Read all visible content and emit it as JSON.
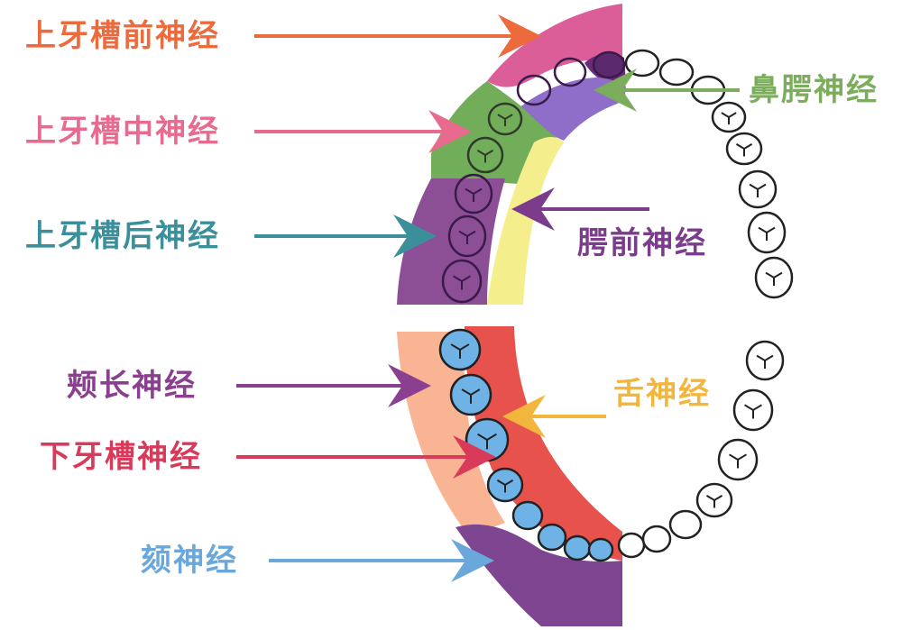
{
  "labels": {
    "upper_anterior": "上牙槽前神经",
    "upper_middle": "上牙槽中神经",
    "upper_posterior": "上牙槽后神经",
    "nasopalatine": "鼻腭神经",
    "greater_palatine": "腭前神经",
    "long_buccal": "颊长神经",
    "lingual": "舌神经",
    "inferior_alveolar": "下牙槽神经",
    "mental": "颏神经"
  },
  "colors": {
    "upper_anterior": "#ed6a3c",
    "upper_middle": "#e86a8e",
    "upper_posterior": "#3a8f9a",
    "nasopalatine": "#7cad5c",
    "greater_palatine": "#7b3c8c",
    "long_buccal": "#8a3f8f",
    "lingual": "#f2b63c",
    "inferior_alveolar": "#d93a5a",
    "mental": "#6aa8dc",
    "zone_pink": "#dc5e98",
    "zone_green": "#72ad5a",
    "zone_purple": "#8c4f96",
    "zone_violet": "#8e6ec8",
    "zone_dark_purple": "#6a2c7a",
    "zone_yellow": "#f4ef8c",
    "zone_peach": "#f9b494",
    "zone_red": "#e8524c",
    "zone_mental": "#7e4690",
    "tooth_blue": "#6fb2e6"
  }
}
